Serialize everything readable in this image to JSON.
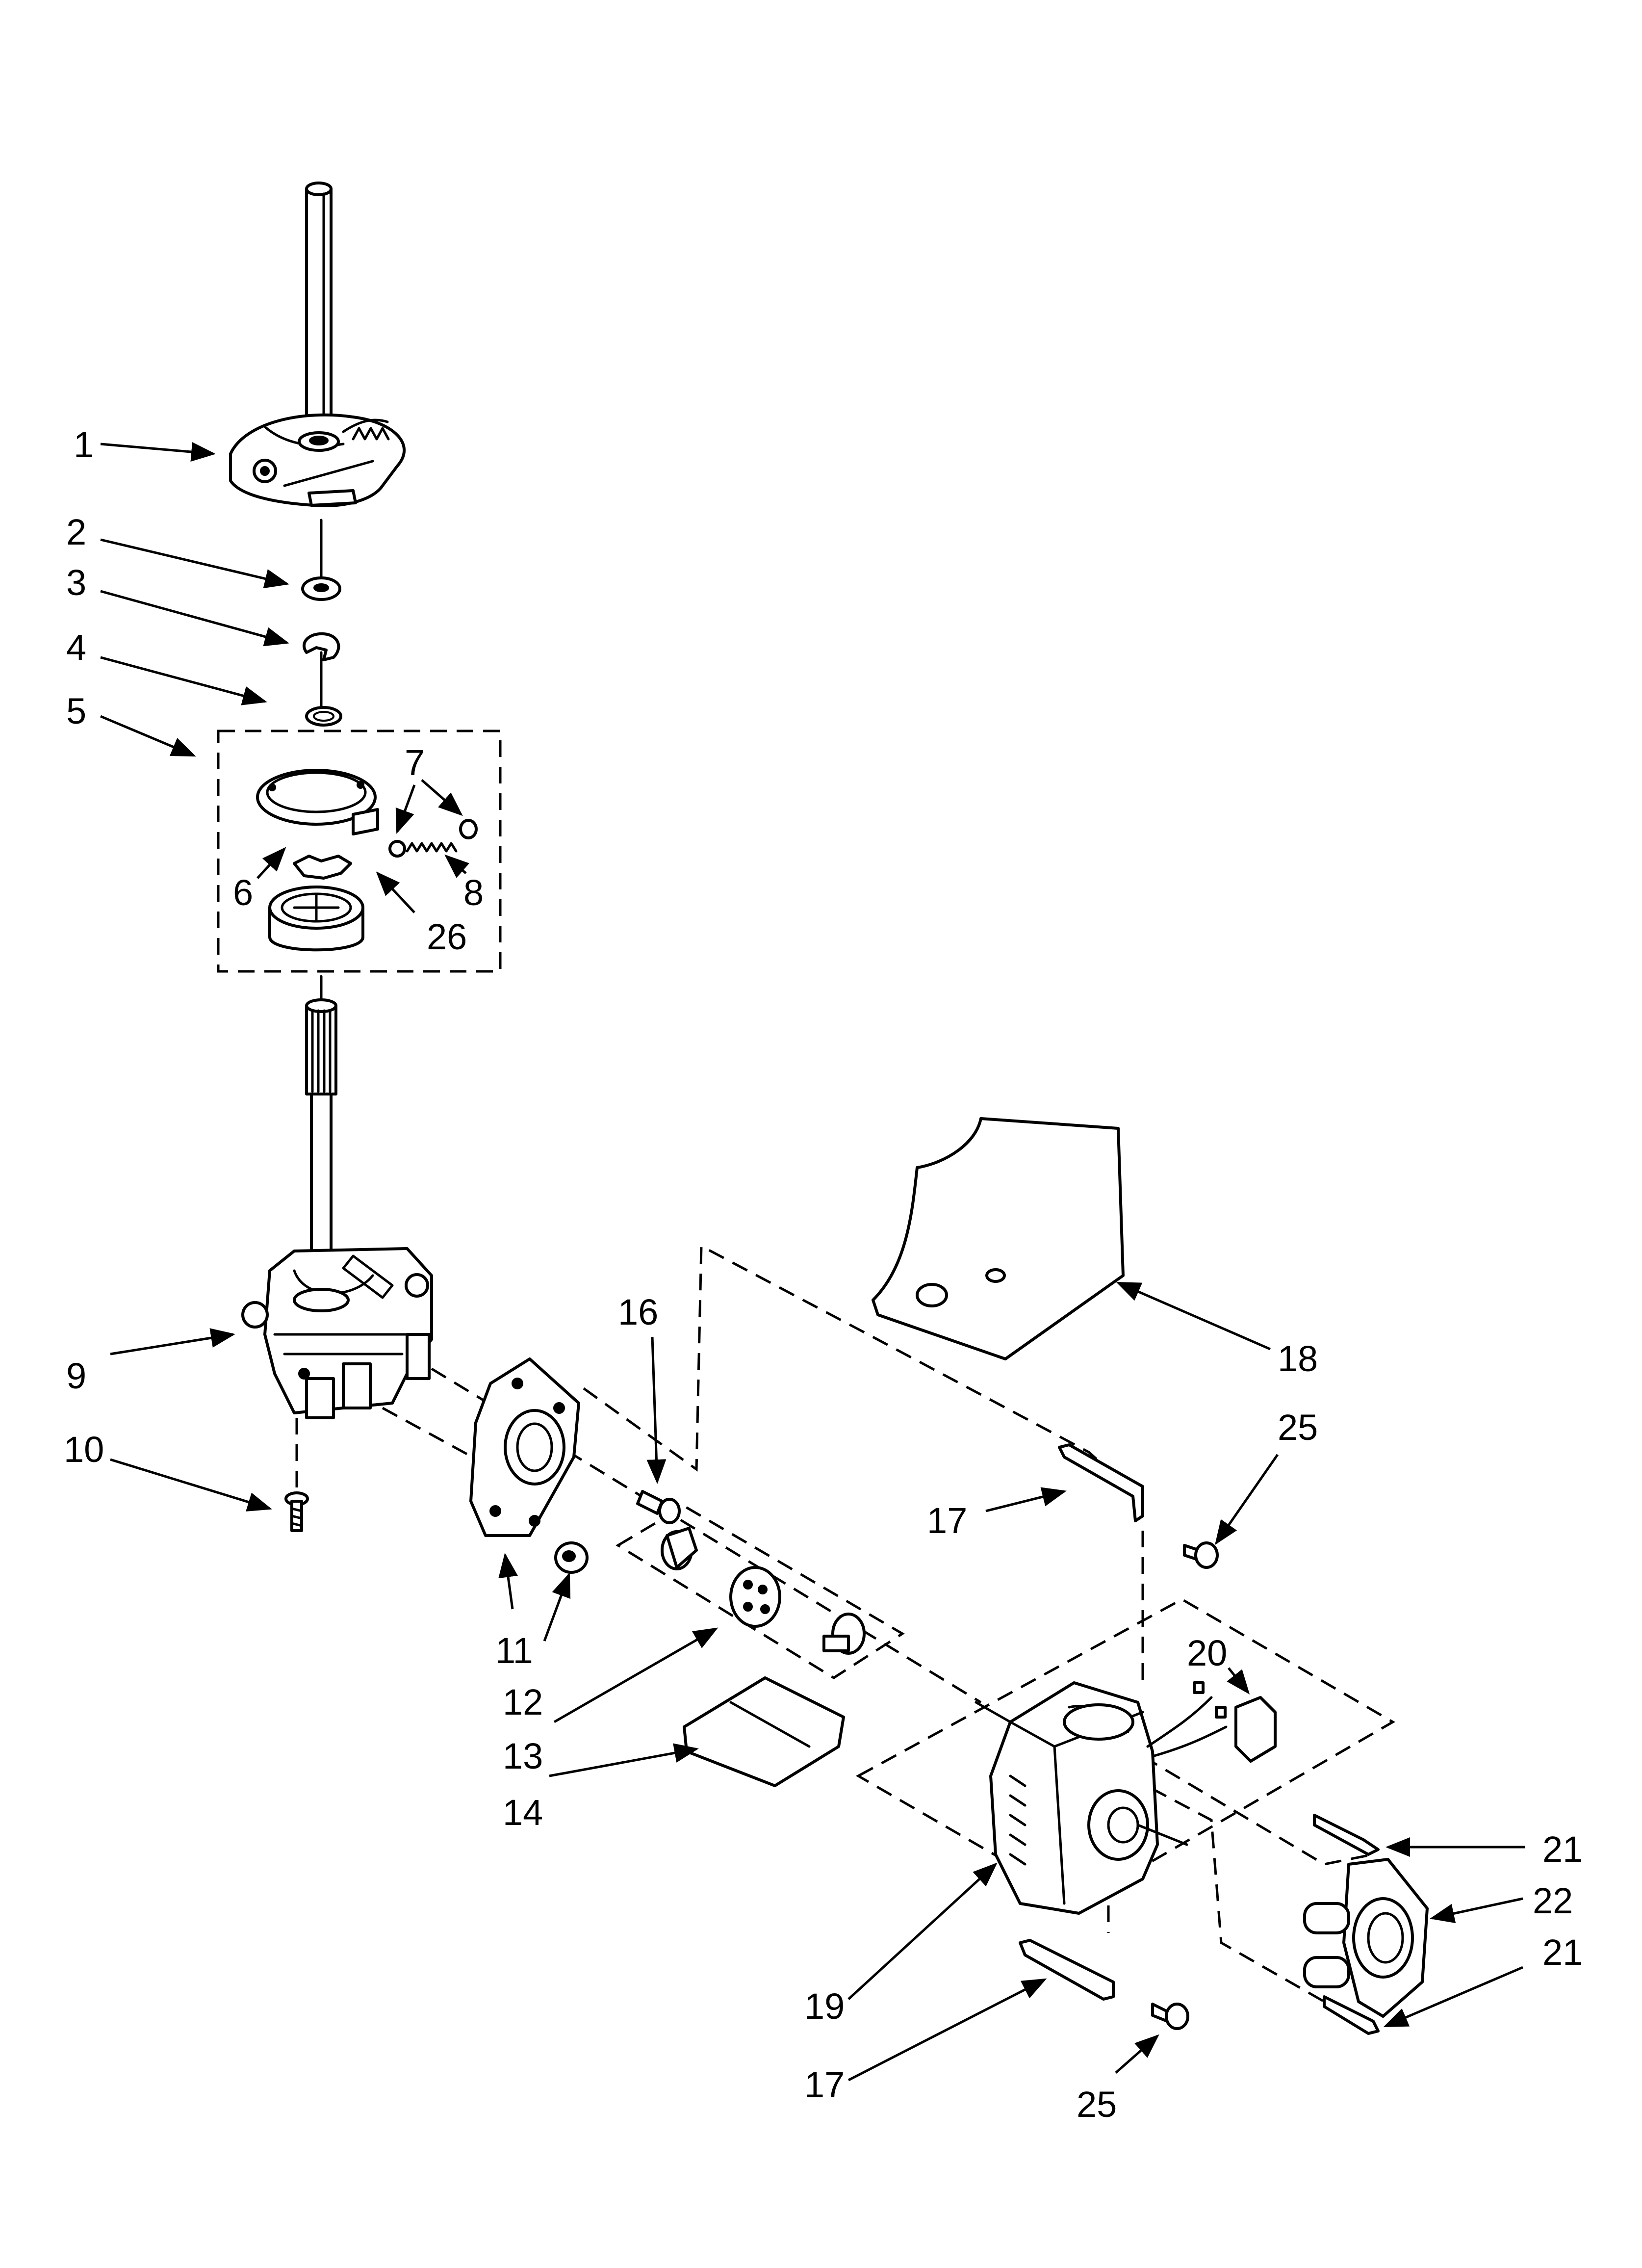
{
  "callouts": [
    {
      "id": "c1",
      "label": "1"
    },
    {
      "id": "c2",
      "label": "2"
    },
    {
      "id": "c3",
      "label": "3"
    },
    {
      "id": "c4",
      "label": "4"
    },
    {
      "id": "c5",
      "label": "5"
    },
    {
      "id": "c6",
      "label": "6"
    },
    {
      "id": "c7",
      "label": "7"
    },
    {
      "id": "c8",
      "label": "8"
    },
    {
      "id": "c26",
      "label": "26"
    },
    {
      "id": "c9",
      "label": "9"
    },
    {
      "id": "c10",
      "label": "10"
    },
    {
      "id": "c11",
      "label": "11"
    },
    {
      "id": "c12",
      "label": "12"
    },
    {
      "id": "c13",
      "label": "13"
    },
    {
      "id": "c14",
      "label": "14"
    },
    {
      "id": "c16",
      "label": "16"
    },
    {
      "id": "c18",
      "label": "18"
    },
    {
      "id": "c25a",
      "label": "25"
    },
    {
      "id": "c17a",
      "label": "17"
    },
    {
      "id": "c20",
      "label": "20"
    },
    {
      "id": "c21a",
      "label": "21"
    },
    {
      "id": "c22",
      "label": "22"
    },
    {
      "id": "c21b",
      "label": "21"
    },
    {
      "id": "c19",
      "label": "19"
    },
    {
      "id": "c17b",
      "label": "17"
    },
    {
      "id": "c25b",
      "label": "25"
    }
  ]
}
